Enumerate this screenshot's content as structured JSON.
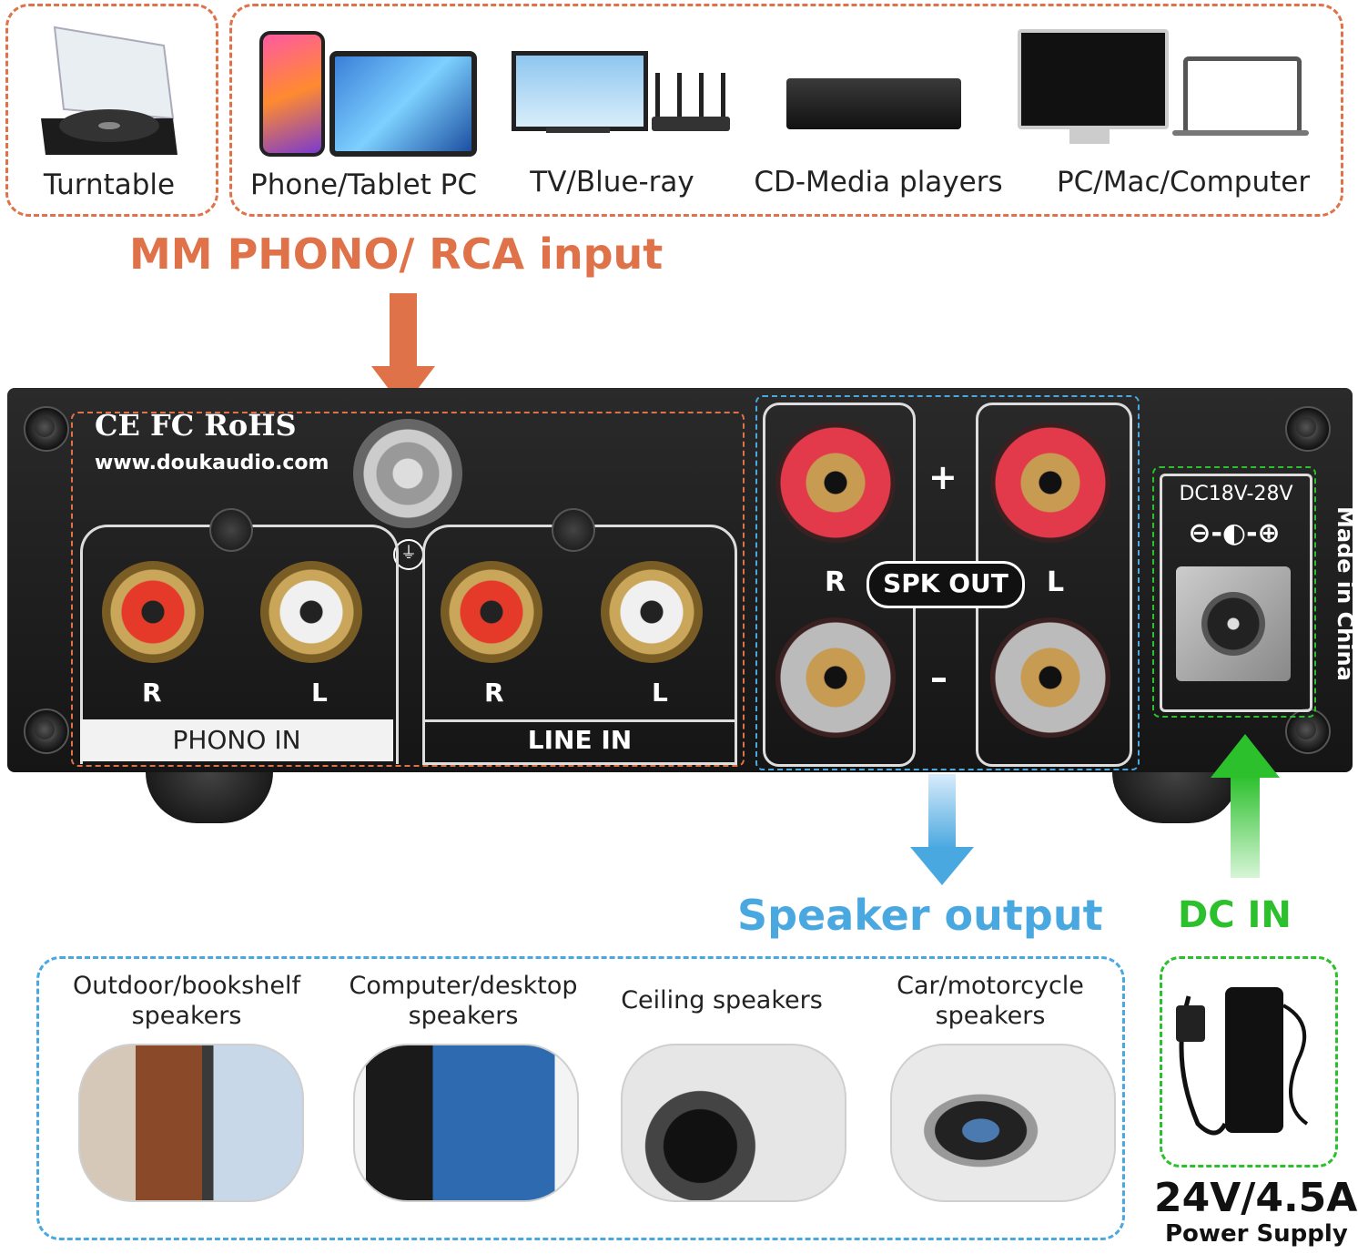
{
  "sources": {
    "turntable": "Turntable",
    "phone_tablet": "Phone/Tablet PC",
    "tv": "TV/Blue-ray",
    "cd": "CD-Media players",
    "pc": "PC/Mac/Computer"
  },
  "input_title": "MM PHONO/ RCA input",
  "panel": {
    "certs": "CE FC RoHS",
    "website": "www.doukaudio.com",
    "phono_r": "R",
    "phono_l": "L",
    "phono_in": "PHONO IN",
    "line_r": "R",
    "line_l": "L",
    "line_in": "LINE IN",
    "plus": "+",
    "minus": "–",
    "spk_r": "R",
    "spk_out": "SPK OUT",
    "spk_l": "L",
    "dc_rating": "DC18V-28V",
    "made_in": "Made in China"
  },
  "speaker_output_title": "Speaker output",
  "dc_in_title": "DC IN",
  "outputs": {
    "outdoor_line1": "Outdoor/bookshelf",
    "outdoor_line2": "speakers",
    "computer_line1": "Computer/desktop",
    "computer_line2": "speakers",
    "ceiling": "Ceiling speakers",
    "car_line1": "Car/motorcycle",
    "car_line2": "speakers"
  },
  "power": {
    "rating": "24V/4.5A",
    "label": "Power Supply"
  },
  "colors": {
    "orange": "#e0724a",
    "blue": "#4aa8e0",
    "green": "#2cc02c"
  }
}
